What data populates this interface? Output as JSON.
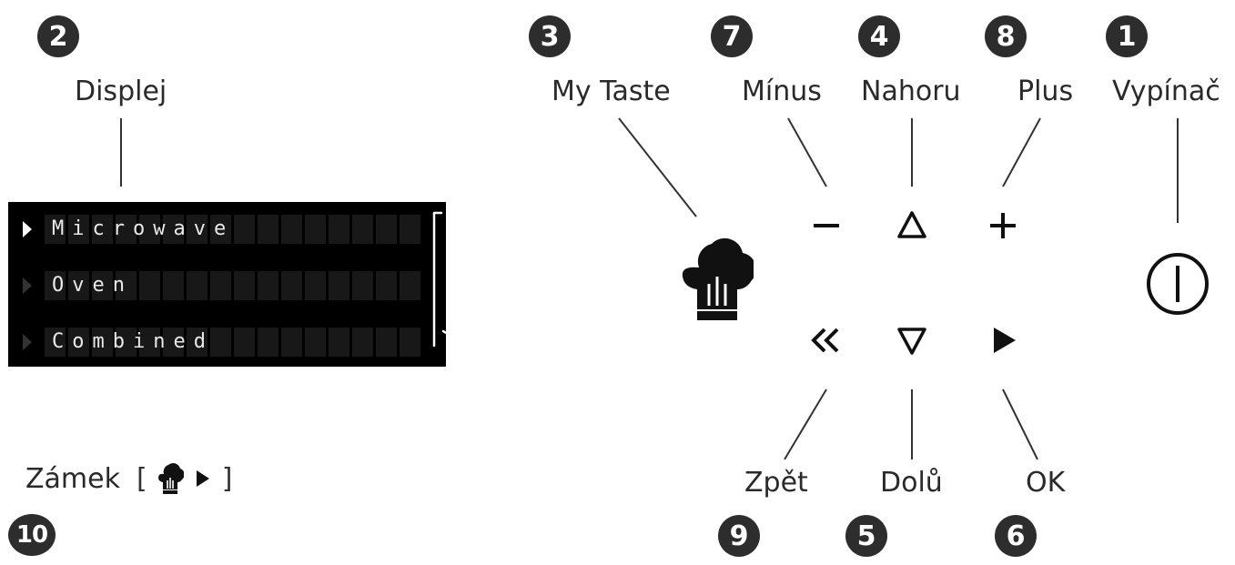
{
  "callouts": {
    "display": {
      "number": "2",
      "label": "Displej"
    },
    "mytaste": {
      "number": "3",
      "label": "My Taste"
    },
    "minus": {
      "number": "7",
      "label": "Mínus"
    },
    "up": {
      "number": "4",
      "label": "Nahoru"
    },
    "plus": {
      "number": "8",
      "label": "Plus"
    },
    "power": {
      "number": "1",
      "label": "Vypínač"
    },
    "back": {
      "number": "9",
      "label": "Zpět"
    },
    "down": {
      "number": "5",
      "label": "Dolů"
    },
    "ok": {
      "number": "6",
      "label": "OK"
    },
    "lock": {
      "number": "10",
      "label": "Zámek"
    }
  },
  "display_menu": [
    {
      "text": "Microwave",
      "selected": true
    },
    {
      "text": "Oven",
      "selected": false
    },
    {
      "text": "Combined",
      "selected": false
    }
  ],
  "lock_combo": {
    "open": "[",
    "close": "]"
  },
  "icons": {
    "display_side": [
      "microwave-oven-icon",
      "heat-waves-icon",
      "touch-hand-icon",
      "defrost-drop-icon"
    ],
    "mytaste": "chef-hat-icon",
    "power": "power-icon"
  }
}
